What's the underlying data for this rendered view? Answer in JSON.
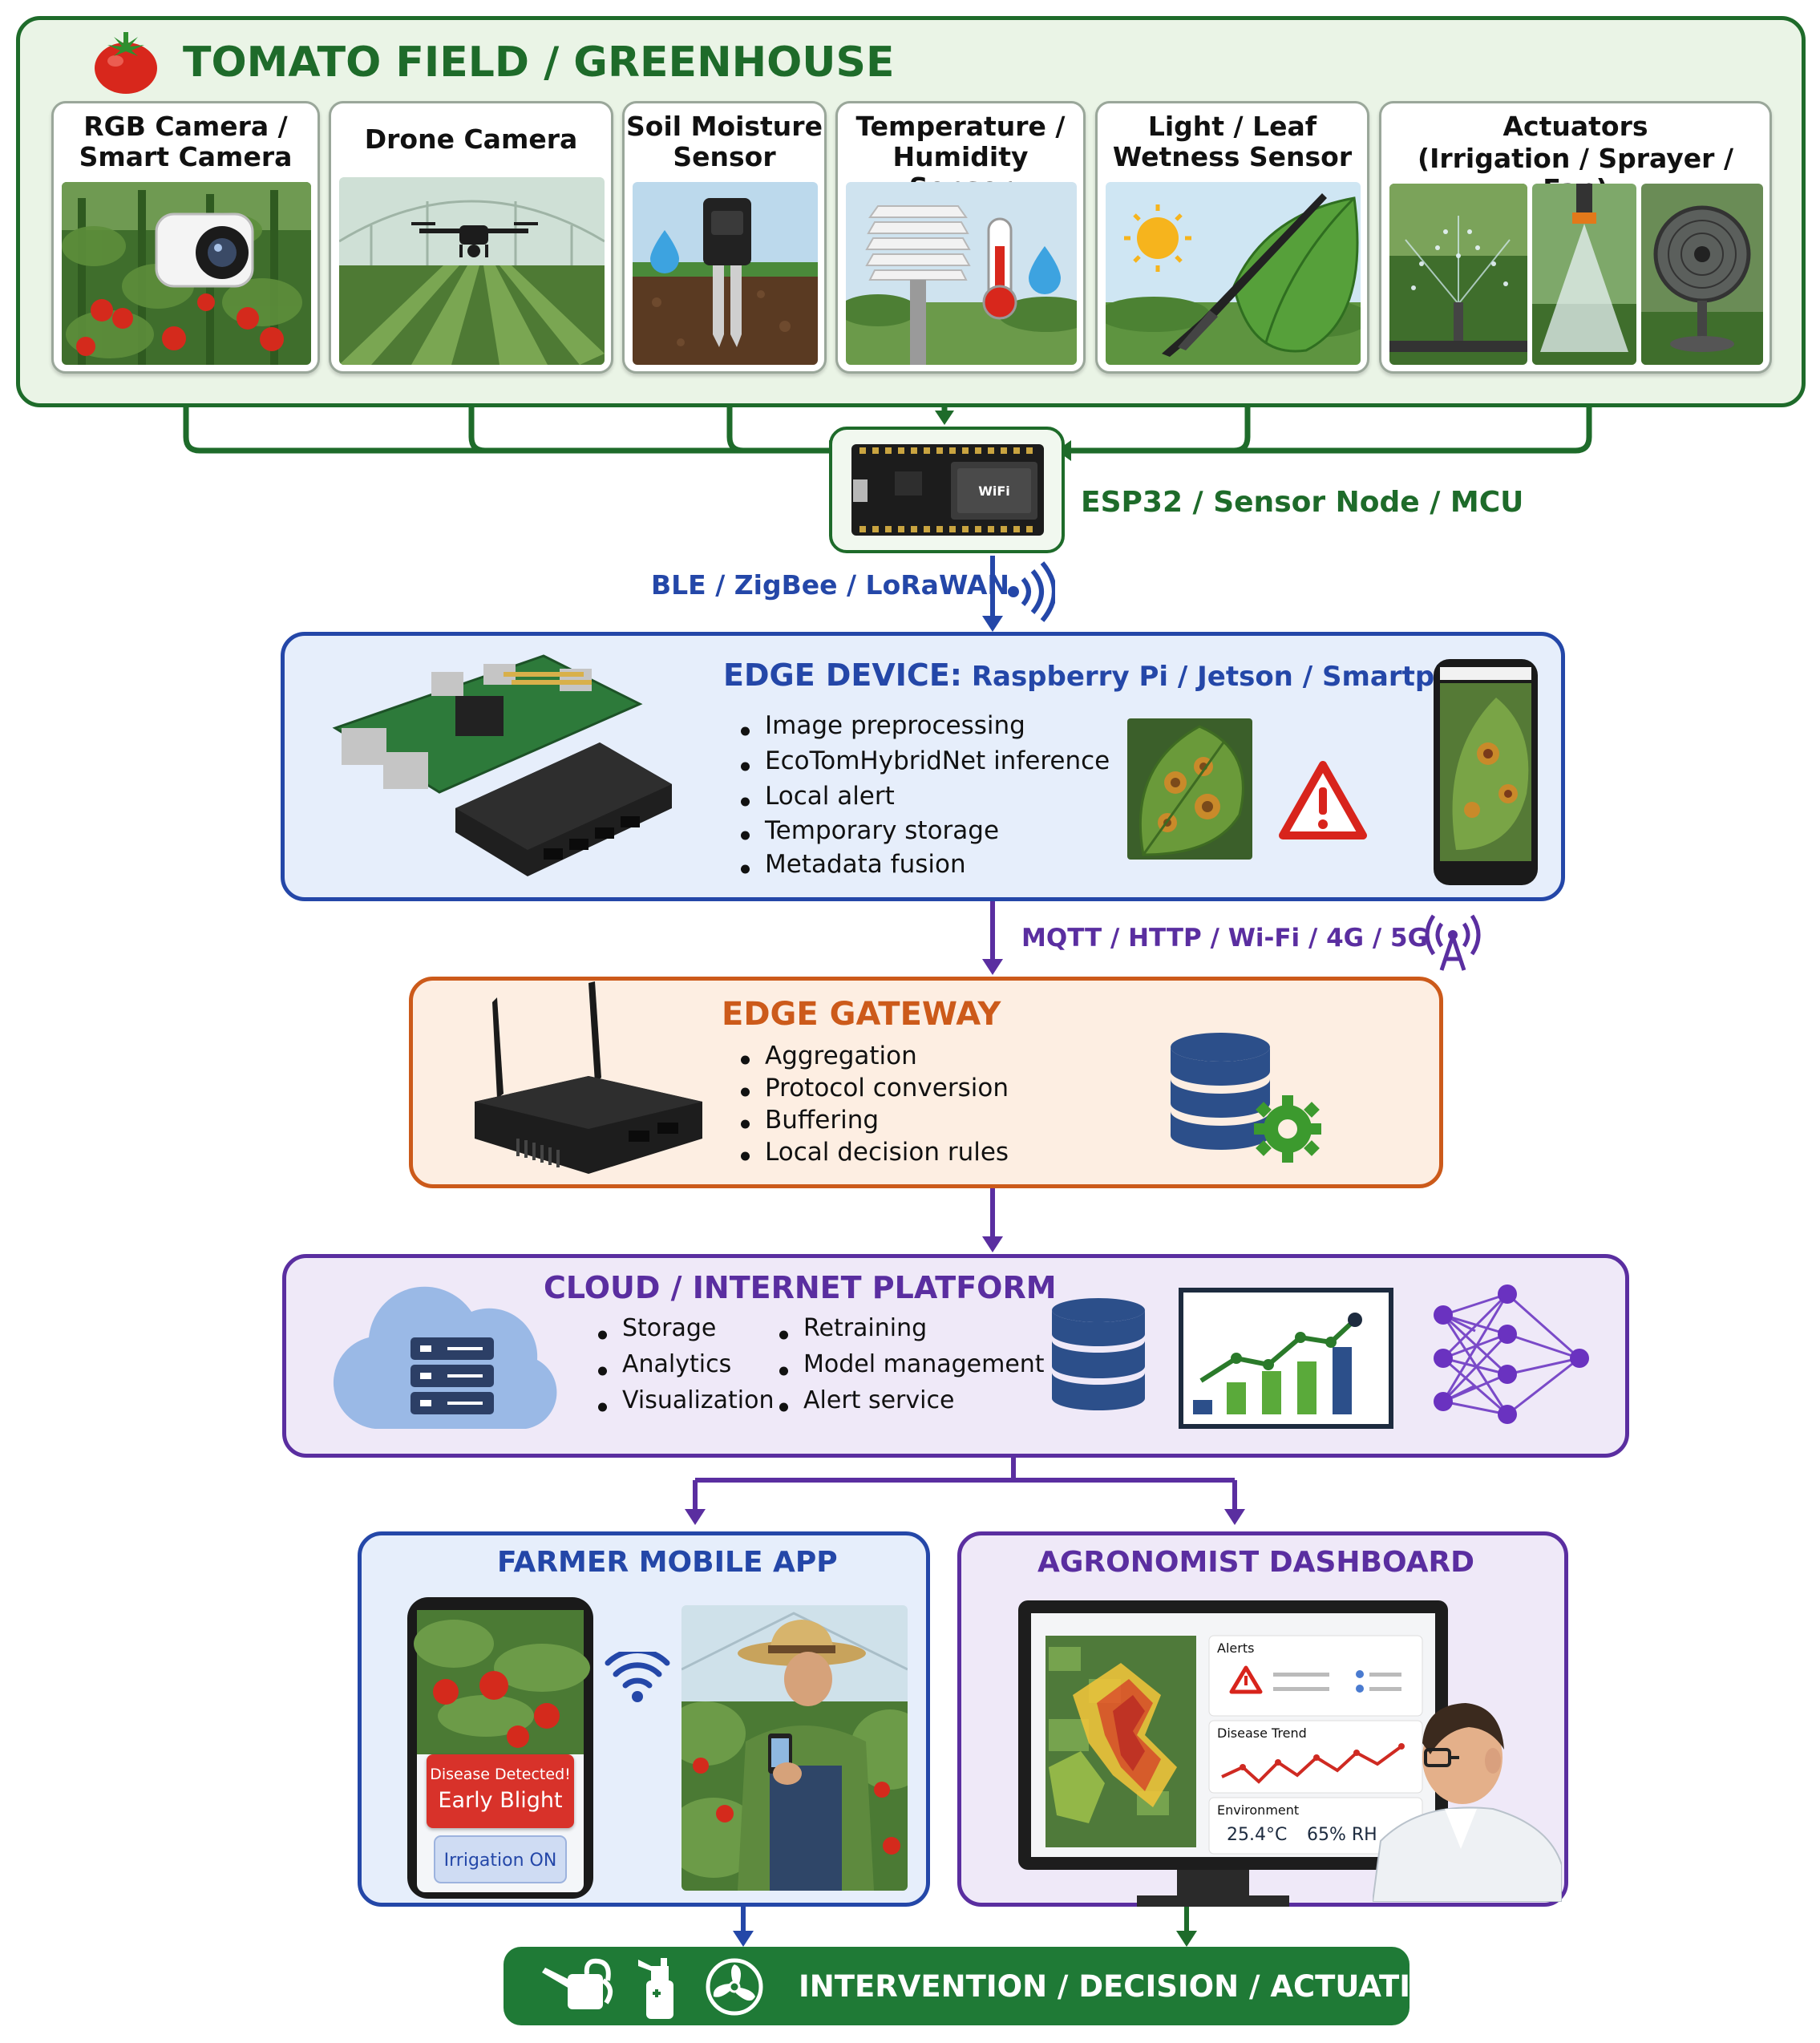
{
  "field": {
    "title": "TOMATO FIELD / GREENHOUSE",
    "cards": [
      {
        "line1": "RGB Camera /",
        "line2": "Smart Camera"
      },
      {
        "line1": "Drone Camera",
        "line2": ""
      },
      {
        "line1": "Soil Moisture",
        "line2": "Sensor"
      },
      {
        "line1": "Temperature /",
        "line2": "Humidity Sensor"
      },
      {
        "line1": "Light / Leaf",
        "line2": "Wetness Sensor"
      },
      {
        "line1": "Actuators",
        "line2": "(Irrigation / Sprayer / Fan)"
      }
    ]
  },
  "mcu": {
    "label": "ESP32 / Sensor Node / MCU",
    "chip_text": "WiFi"
  },
  "link_mcu": {
    "label": "BLE / ZigBee / LoRaWAN"
  },
  "edge_device": {
    "title_bold": "EDGE DEVICE:",
    "title_rest": " Raspberry Pi / Jetson / Smartphone",
    "bullets": [
      "Image preprocessing",
      "EcoTomHybridNet inference",
      "Local alert",
      "Temporary storage",
      "Metadata fusion"
    ]
  },
  "link_edge": {
    "label": "MQTT / HTTP / Wi-Fi / 4G / 5G"
  },
  "gateway": {
    "title": "EDGE GATEWAY",
    "bullets": [
      "Aggregation",
      "Protocol conversion",
      "Buffering",
      "Local decision rules"
    ]
  },
  "cloud": {
    "title": "CLOUD / INTERNET PLATFORM",
    "bullets_left": [
      "Storage",
      "Analytics",
      "Visualization"
    ],
    "bullets_right": [
      "Retraining",
      "Model management",
      "Alert service"
    ]
  },
  "farmer": {
    "title": "FARMER MOBILE APP",
    "alert_line1": "Disease Detected!",
    "alert_line2": "Early Blight",
    "irrigation": "Irrigation ON"
  },
  "agronomist": {
    "title": "AGRONOMIST DASHBOARD",
    "alerts_label": "Alerts",
    "trend_label": "Disease Trend",
    "env_label": "Environment",
    "temp": "25.4°C",
    "rh": "65% RH"
  },
  "action": {
    "label": "INTERVENTION / DECISION / ACTUATION"
  },
  "colors": {
    "green": "#1e6b2a",
    "green_bg": "#eaf4e6",
    "blue": "#2447a8",
    "blue_bg": "#e6eefb",
    "orange": "#cc5a1a",
    "orange_bg": "#fdeee2",
    "purple": "#5a2ea0",
    "purple_bg": "#efe9f8",
    "action_bg": "#1f7a36"
  }
}
